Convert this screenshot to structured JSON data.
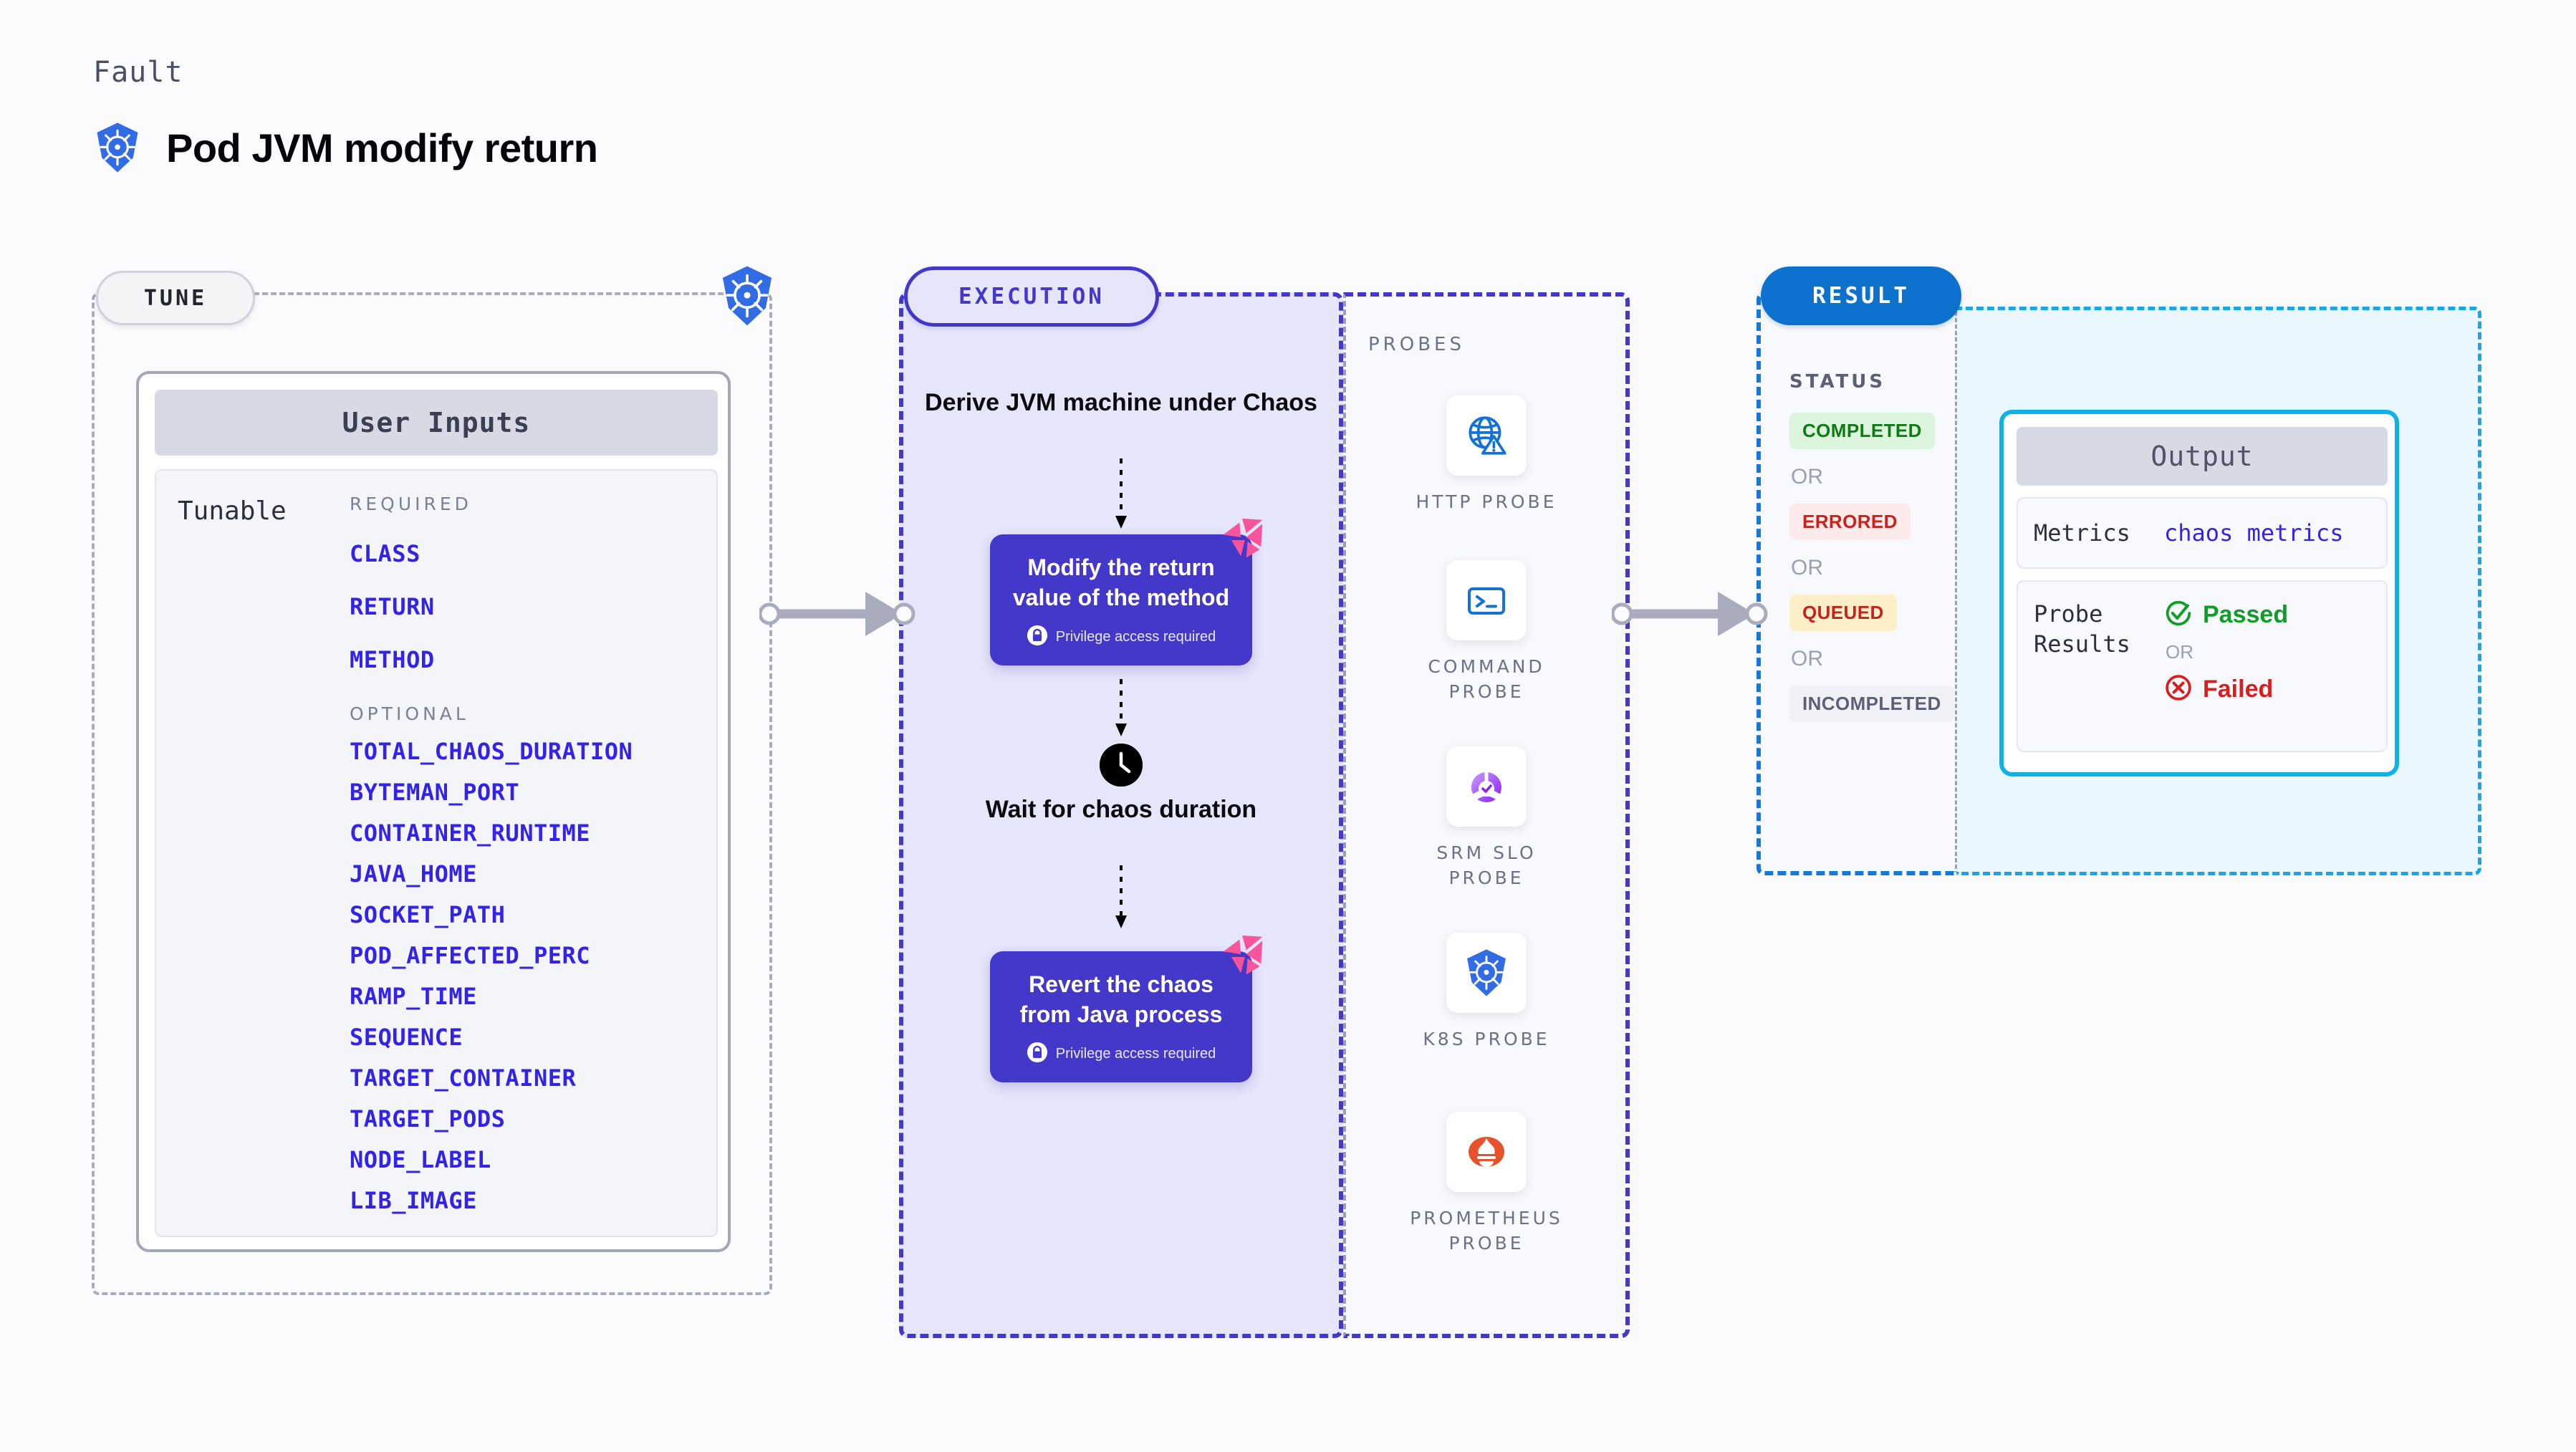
{
  "header": {
    "eyebrow": "Fault",
    "title": "Pod JVM modify return",
    "icon": "kubernetes-icon"
  },
  "tune": {
    "pill_label": "TUNE",
    "node_icon": "kubernetes-icon",
    "card": {
      "heading": "User Inputs",
      "row_label": "Tunable",
      "required_label": "REQUIRED",
      "required": [
        "CLASS",
        "RETURN",
        "METHOD"
      ],
      "optional_label": "OPTIONAL",
      "optional": [
        "TOTAL_CHAOS_DURATION",
        "BYTEMAN_PORT",
        "CONTAINER_RUNTIME",
        "JAVA_HOME",
        "SOCKET_PATH",
        "POD_AFFECTED_PERC",
        "RAMP_TIME",
        "SEQUENCE",
        "TARGET_CONTAINER",
        "TARGET_PODS",
        "NODE_LABEL",
        "LIB_IMAGE"
      ]
    }
  },
  "execution": {
    "pill_label": "EXECUTION",
    "steps": [
      {
        "type": "text",
        "label": "Derive JVM machine under Chaos"
      },
      {
        "type": "card",
        "label": "Modify the return value of the method",
        "note": "Privilege access required",
        "note_icon": "lock-icon",
        "badge_icon": "litmus-chaos-icon"
      },
      {
        "type": "text",
        "label": "Wait for chaos duration",
        "icon": "clock-icon"
      },
      {
        "type": "card",
        "label": "Revert the chaos from Java process",
        "note": "Privilege access required",
        "note_icon": "lock-icon",
        "badge_icon": "litmus-chaos-icon"
      }
    ]
  },
  "probes": {
    "title": "PROBES",
    "items": [
      {
        "name": "HTTP PROBE",
        "icon": "globe-warning-icon"
      },
      {
        "name": "COMMAND PROBE",
        "icon": "terminal-icon"
      },
      {
        "name": "SRM SLO PROBE",
        "icon": "srm-slo-icon"
      },
      {
        "name": "K8S PROBE",
        "icon": "kubernetes-icon"
      },
      {
        "name": "PROMETHEUS PROBE",
        "icon": "prometheus-icon"
      }
    ]
  },
  "result": {
    "pill_label": "RESULT",
    "status_title": "STATUS",
    "or_label": "OR",
    "statuses": [
      {
        "label": "COMPLETED",
        "tone": "green"
      },
      {
        "label": "ERRORED",
        "tone": "red"
      },
      {
        "label": "QUEUED",
        "tone": "amber"
      },
      {
        "label": "INCOMPLETED",
        "tone": "grey"
      }
    ]
  },
  "output": {
    "heading": "Output",
    "metrics_key": "Metrics",
    "metrics_value": "chaos metrics",
    "probe_key": "Probe Results",
    "probe_passed": "Passed",
    "probe_or": "OR",
    "probe_failed": "Failed",
    "passed_icon": "check-circle-icon",
    "failed_icon": "x-circle-icon"
  },
  "colors": {
    "page_bg": "#fbfbfd",
    "accent_purple": "#4338ca",
    "accent_blue": "#0d72ce",
    "accent_cyan": "#10b0e8",
    "link_blue": "#3322e8",
    "pink": "#f8549b",
    "green": "#0f9d29",
    "red": "#d81f1f"
  }
}
